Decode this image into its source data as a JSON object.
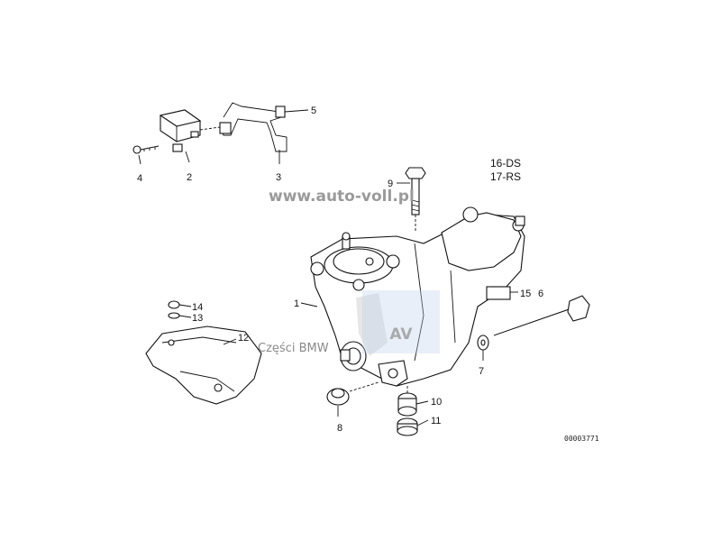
{
  "diagram": {
    "callouts": [
      {
        "id": "c1",
        "text": "1"
      },
      {
        "id": "c2",
        "text": "2"
      },
      {
        "id": "c3",
        "text": "3"
      },
      {
        "id": "c4",
        "text": "4"
      },
      {
        "id": "c5",
        "text": "5"
      },
      {
        "id": "c6",
        "text": "6"
      },
      {
        "id": "c7",
        "text": "7"
      },
      {
        "id": "c8",
        "text": "8"
      },
      {
        "id": "c9",
        "text": "9"
      },
      {
        "id": "c10",
        "text": "10"
      },
      {
        "id": "c11",
        "text": "11"
      },
      {
        "id": "c12",
        "text": "12"
      },
      {
        "id": "c13",
        "text": "13"
      },
      {
        "id": "c14",
        "text": "14"
      },
      {
        "id": "c15",
        "text": "15"
      }
    ],
    "variant_codes": [
      "16-DS",
      "17-RS"
    ],
    "diagram_number": "00003771"
  },
  "watermark": {
    "url": "www.auto-voll.pl",
    "logo_text": "AV",
    "caption": "Części BMW"
  }
}
